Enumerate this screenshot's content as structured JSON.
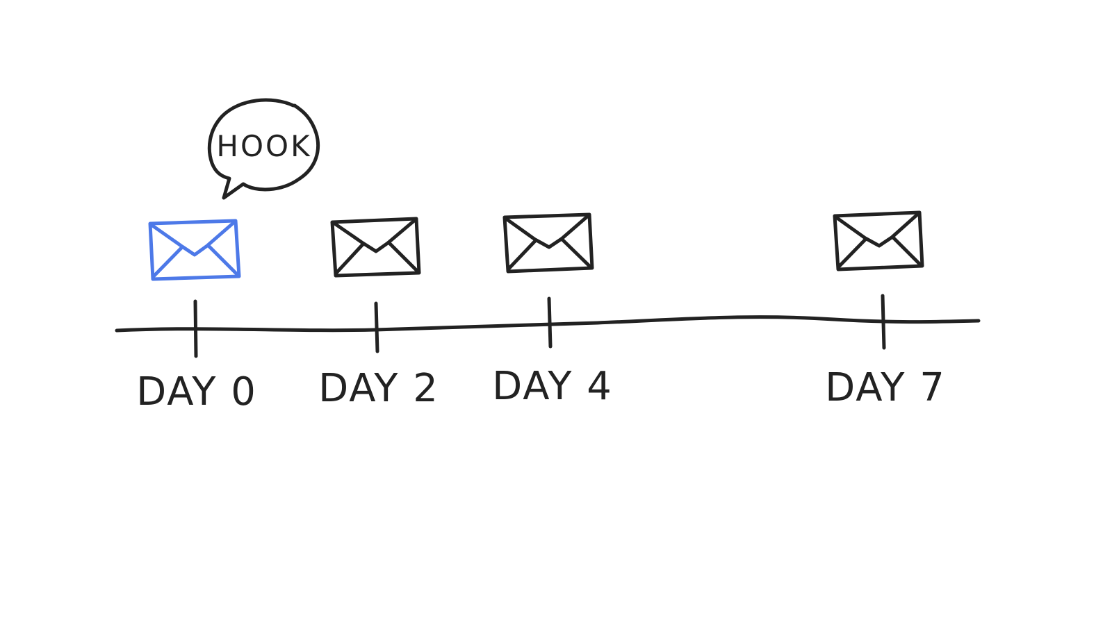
{
  "timeline": {
    "items": [
      {
        "label": "DAY 0",
        "highlighted": true
      },
      {
        "label": "DAY 2",
        "highlighted": false
      },
      {
        "label": "DAY 4",
        "highlighted": false
      },
      {
        "label": "DAY 7",
        "highlighted": false
      }
    ]
  },
  "bubble": {
    "text": "HOOK"
  },
  "colors": {
    "ink": "#222222",
    "highlight": "#4d79e8",
    "background": "#ffffff"
  },
  "icons": {
    "email": "envelope-icon"
  }
}
